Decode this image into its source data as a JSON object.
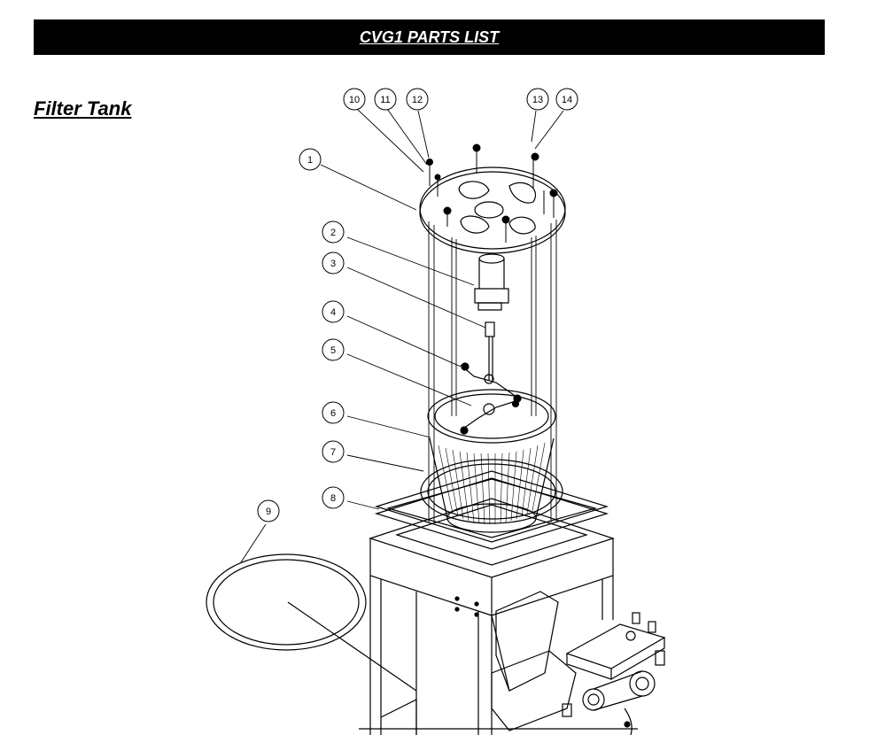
{
  "header": {
    "title": "CVG1 PARTS LIST"
  },
  "section": {
    "heading": "Filter Tank"
  },
  "callouts": [
    "1",
    "2",
    "3",
    "4",
    "5",
    "6",
    "7",
    "8",
    "9",
    "10",
    "11",
    "12",
    "13",
    "14"
  ]
}
